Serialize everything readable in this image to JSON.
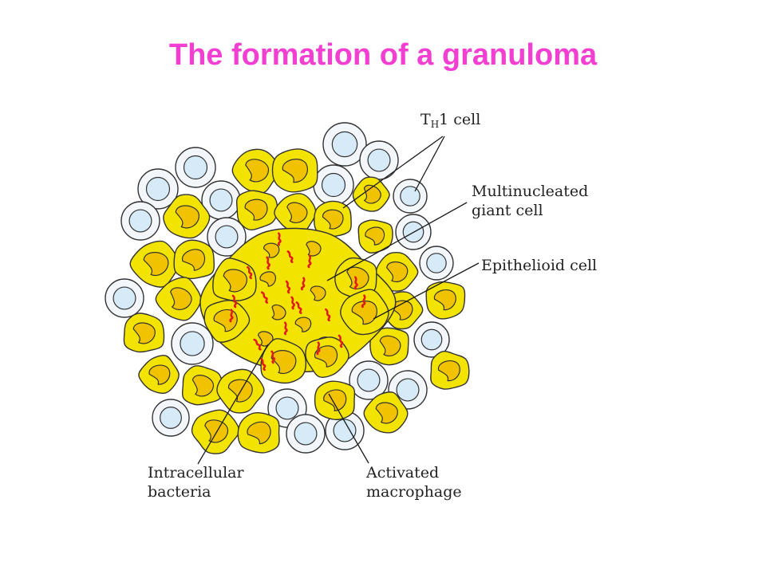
{
  "title": "The formation of a granuloma",
  "colors": {
    "title": "#f23fd2",
    "macrophage_fill": "#f2e400",
    "macrophage_nucleus": "#f0c200",
    "th1_ring": "#f3f6fb",
    "th1_nucleus": "#d6ebf7",
    "bacteria": "#e01b1b",
    "outline": "#333333"
  },
  "labels": {
    "th1": {
      "prefix": "T",
      "subscript": "H",
      "suffix": "1 cell"
    },
    "giant_cell": {
      "line1": "Multinucleated",
      "line2": "giant cell"
    },
    "epithelioid": {
      "line1": "Epithelioid cell"
    },
    "bacteria": {
      "line1": "Intracellular",
      "line2": "bacteria"
    },
    "macrophage": {
      "line1": "Activated",
      "line2": "macrophage"
    }
  },
  "icons": {
    "th1": "lymphocyte-icon",
    "macrophage": "macrophage-icon",
    "giant_cell": "giant-cell-icon",
    "bacteria": "bacteria-icon"
  }
}
